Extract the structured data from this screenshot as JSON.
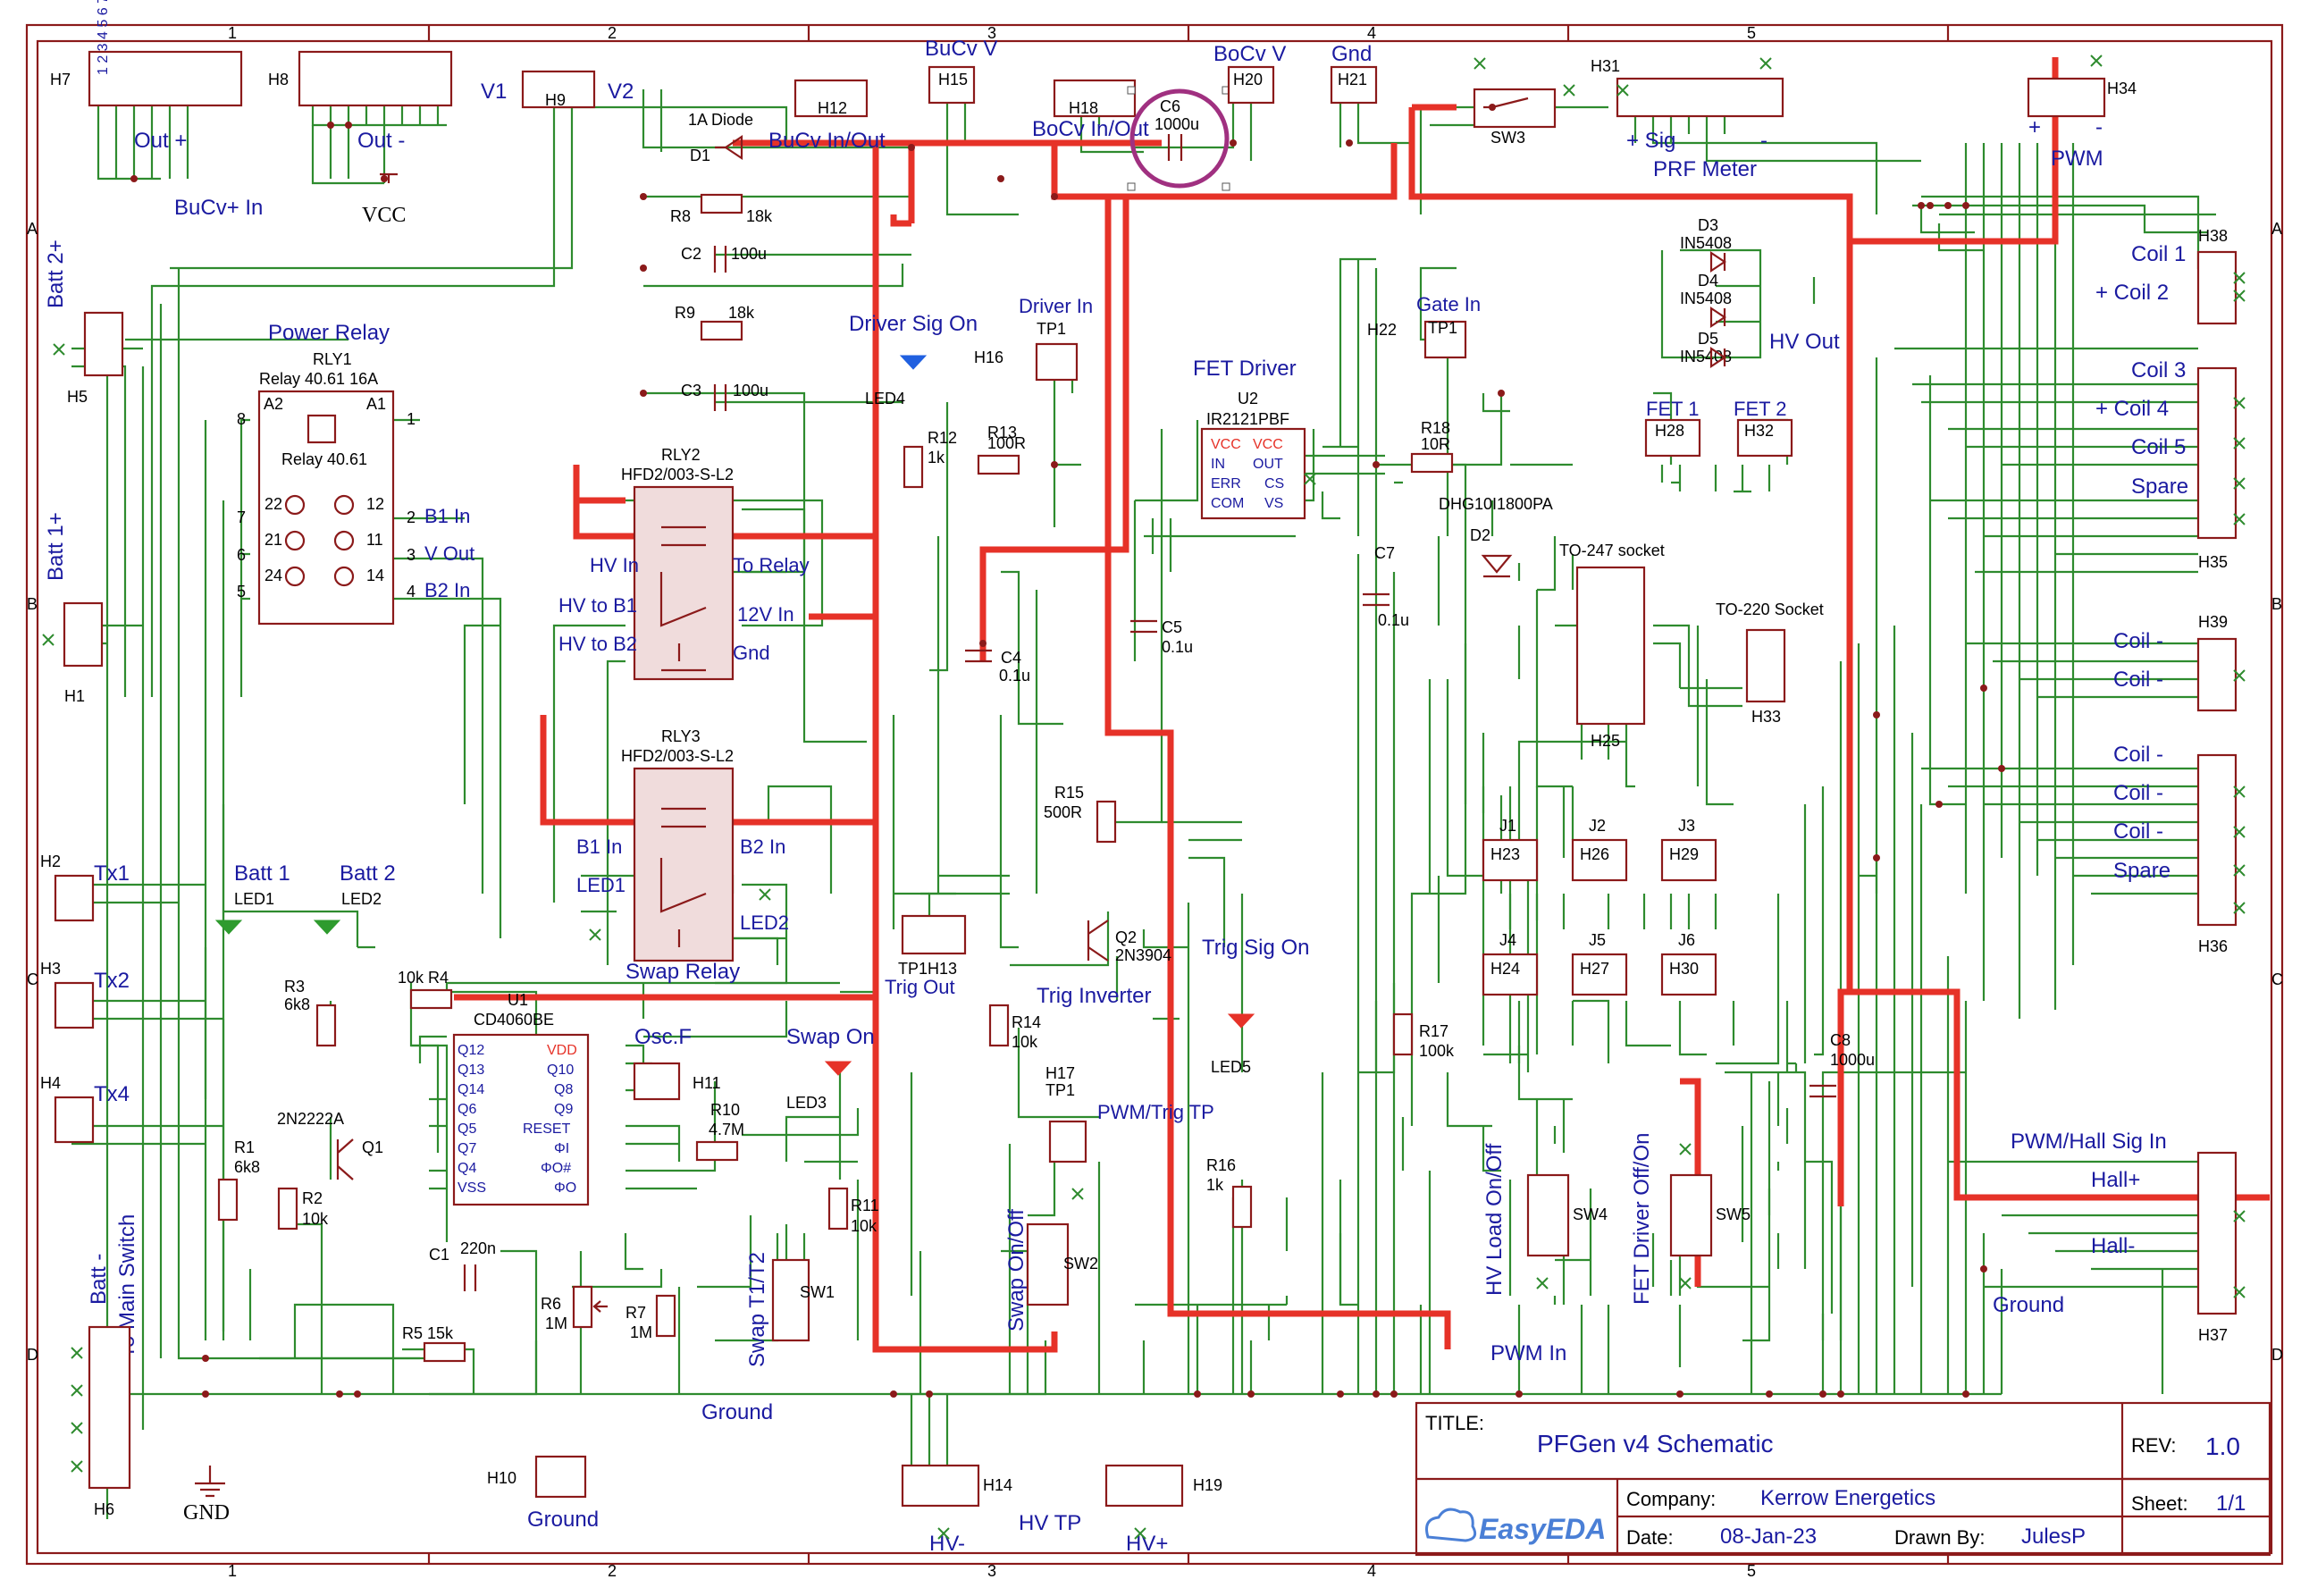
{
  "frame": {
    "col_markers": [
      "1",
      "2",
      "3",
      "4",
      "5"
    ],
    "row_markers": [
      "A",
      "B",
      "C",
      "D"
    ]
  },
  "title_block": {
    "title_label": "TITLE:",
    "title": "PFGen v4 Schematic",
    "rev_label": "REV:",
    "rev": "1.0",
    "company_label": "Company:",
    "company": "Kerrow Energetics",
    "sheet_label": "Sheet:",
    "sheet": "1/1",
    "date_label": "Date:",
    "date": "08-Jan-23",
    "drawn_label": "Drawn By:",
    "drawn_by": "JulesP",
    "logo": "EasyEDA"
  },
  "headers": {
    "h7": "H7",
    "h8": "H8",
    "h9": "H9",
    "h12": "H12",
    "h15": "H15",
    "h18": "H18",
    "h20": "H20",
    "h21": "H21",
    "h31": "H31",
    "h34": "H34",
    "h5": "H5",
    "h1": "H1",
    "h2": "H2",
    "h3": "H3",
    "h4": "H4",
    "h6": "H6",
    "h10": "H10",
    "h11": "H11",
    "h13": "TP1H13",
    "h14": "H14",
    "h16": "H16",
    "h17": "H17",
    "h19": "H19",
    "h22": "H22",
    "h23": "H23",
    "h24": "H24",
    "h25": "H25",
    "h26": "H26",
    "h27": "H27",
    "h28": "H28",
    "h29": "H29",
    "h30": "H30",
    "h32": "H32",
    "h33": "H33",
    "h35": "H35",
    "h36": "H36",
    "h37": "H37",
    "h38": "H38",
    "h39": "H39"
  },
  "labels": {
    "out_plus": "Out +",
    "out_minus": "Out -",
    "v1": "V1",
    "v2": "V2",
    "bucv_in": "BuCv+ In",
    "vcc": "VCC",
    "diode": "1A Diode",
    "d1": "D1",
    "bucv_v": "BuCv V",
    "bucv_inout": "BuCv In/Out",
    "bocv_v": "BoCv V",
    "bocv_inout": "BoCv In/Out",
    "gnd_top": "Gnd",
    "c6": "C6",
    "c6v": "1000u",
    "sw3": "SW3",
    "sig_plus": "+ Sig",
    "sig_minus": "-",
    "prf": "PRF Meter",
    "pwm_plus": "+",
    "pwm_minus": "-",
    "pwm": "PWM",
    "batt2": "Batt 2+",
    "batt1": "Batt 1+",
    "batt_gnd": "Batt -",
    "to_main": "To Main Switch",
    "r8": "R8",
    "r8v": "18k",
    "c2": "C2",
    "c2v": "100u",
    "r9": "R9",
    "r9v": "18k",
    "c3": "C3",
    "c3v": "100u",
    "power_relay": "Power Relay",
    "rly1": "RLY1",
    "rly1v": "Relay 40.61 16A",
    "rly1b": "Relay 40.61",
    "a2": "A2",
    "a1": "A1",
    "b1_in": "B1 In",
    "v_out": "V Out",
    "b2_in": "B2 In",
    "rly2": "RLY2",
    "rly2v": "HFD2/003-S-L2",
    "hv_in": "HV In",
    "to_relay": "To Relay",
    "hv_to_b1": "HV to B1",
    "v12_in": "12V In",
    "hv_to_b2": "HV to B2",
    "gnd": "Gnd",
    "rly3": "RLY3",
    "rly3v": "HFD2/003-S-L2",
    "rly3_b1": "B1 In",
    "rly3_b2": "B2 In",
    "led1_pin": "LED1",
    "led2_pin": "LED2",
    "swap_relay": "Swap Relay",
    "batt1_led": "Batt 1",
    "batt2_led": "Batt 2",
    "led1": "LED1",
    "led2": "LED2",
    "r3": "R3",
    "r3v": "6k8",
    "r4": "10k R4",
    "tx1": "Tx1",
    "tx2": "Tx2",
    "tx4": "Tx4",
    "q1": "2N2222A",
    "q1n": "Q1",
    "r1": "R1",
    "r1v": "6k8",
    "r2": "R2",
    "r2v": "10k",
    "u1": "U1",
    "u1v": "CD4060BE",
    "c1": "C1",
    "c1v": "220n",
    "r5": "R5 15k",
    "r6": "R6",
    "r6v": "1M",
    "r7": "R7",
    "r7v": "1M",
    "osc": "Osc.F",
    "r10": "R10",
    "r10v": "4.7M",
    "swap_on": "Swap On",
    "led3": "LED3",
    "r11": "R11",
    "r11v": "10k",
    "swap_t": "Swap T1/T2",
    "sw1": "SW1",
    "ground": "Ground",
    "gnd_sym": "GND",
    "ground2": "Ground",
    "driver_sig": "Driver Sig On",
    "led4": "LED4",
    "r12": "R12",
    "r12v": "1k",
    "driver_in": "Driver In",
    "tp1": "TP1",
    "r13": "R13",
    "r13v": "100R",
    "c4": "C4",
    "c4v": "0.1u",
    "c5": "C5",
    "c5v": "0.1u",
    "fet_driver": "FET Driver",
    "u2": "U2",
    "u2v": "IR2121PBF",
    "r15": "R15",
    "r15v": "500R",
    "q2": "Q2",
    "q2v": "2N3904",
    "trig_inv": "Trig Inverter",
    "trig_out": "Trig Out",
    "r14": "R14",
    "r14v": "10k",
    "tp1b": "TP1",
    "pwm_trig": "PWM/Trig TP",
    "swap_onoff": "Swap On/Off",
    "sw2": "SW2",
    "hv_minus": "HV-",
    "hv_tp": "HV TP",
    "hv_plus": "HV+",
    "trig_sig": "Trig Sig On",
    "led5": "LED5",
    "r16": "R16",
    "r16v": "1k",
    "c7": "C7",
    "c7v": "0.1u",
    "gate_in": "Gate In",
    "tp1c": "TP1",
    "r18": "R18",
    "r18v": "10R",
    "d2v": "DHG10I1800PA",
    "d2": "D2",
    "fet1": "FET 1",
    "fet2": "FET 2",
    "to247": "TO-247 socket",
    "to220": "TO-220 Socket",
    "r17": "R17",
    "r17v": "100k",
    "j1": "J1",
    "j2": "J2",
    "j3": "J3",
    "j4": "J4",
    "j5": "J5",
    "j6": "J6",
    "hv_load": "HV Load On/Off",
    "sw4": "SW4",
    "fet_drv_sw": "FET Driver Off/On",
    "sw5": "SW5",
    "pwm_in": "PWM In",
    "c8": "C8",
    "c8v": "1000u",
    "d3": "D3",
    "d4": "D4",
    "d5": "D5",
    "in5408": "IN5408",
    "hv_out": "HV Out",
    "coil1": "Coil 1",
    "coil2": "+ Coil 2",
    "coil3": "Coil 3",
    "coil4": "+ Coil 4",
    "coil5": "Coil 5",
    "spare": "Spare",
    "coil_minus": "Coil -",
    "spare2": "Spare",
    "pwm_hall": "PWM/Hall Sig In",
    "hall_plus": "Hall+",
    "hall_minus": "Hall-",
    "ground3": "Ground"
  }
}
